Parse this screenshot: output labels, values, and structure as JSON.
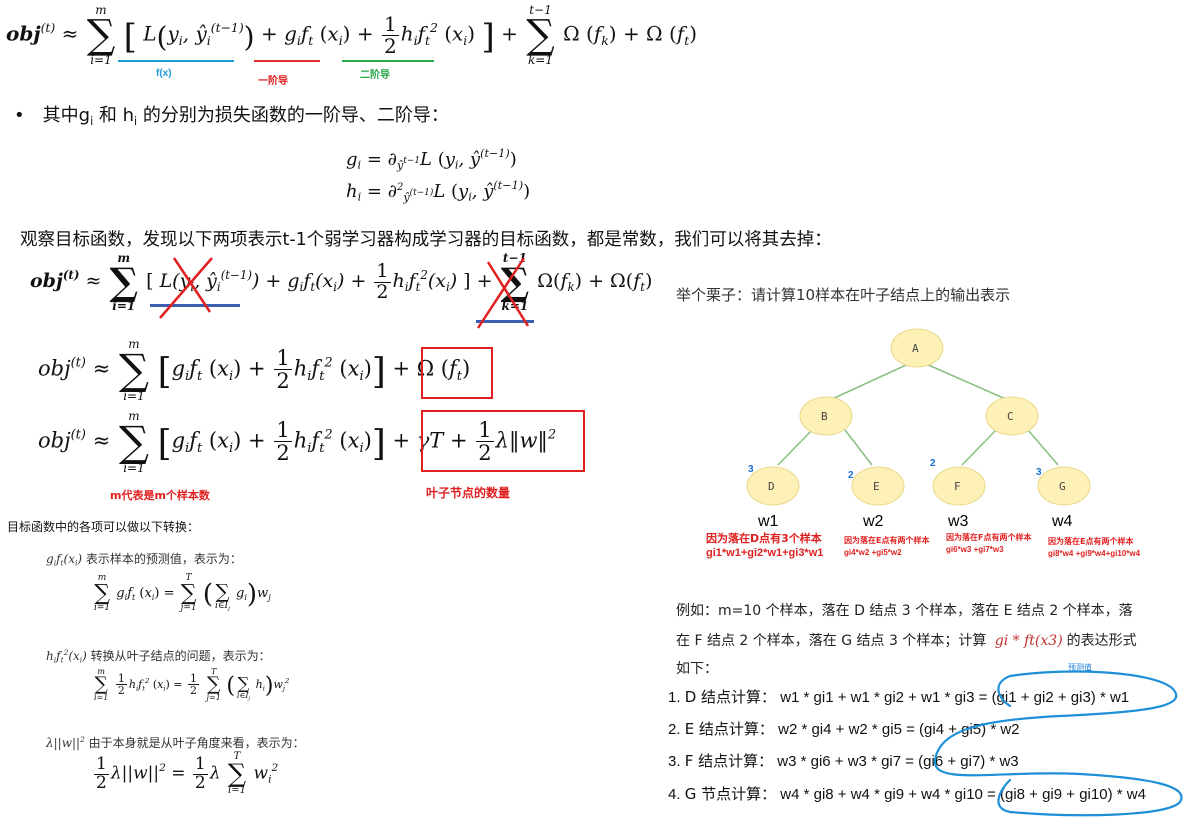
{
  "formula_top": {
    "lhs": "obj",
    "lhs_sup": "(t)",
    "labels": {
      "fx": "f(x)",
      "g": "一阶导",
      "h": "二阶导"
    }
  },
  "bullet": {
    "text_a": "其中g",
    "text_a_sub": "i",
    "text_b": " 和 h",
    "text_b_sub": "i",
    "text_c": " 的分别为损失函数的一阶导、二阶导："
  },
  "observe_line": "观察目标函数，发现以下两项表示t-1个弱学习器构成学习器的目标函数，都是常数，我们可以将其去掉：",
  "annotations": {
    "m_note": "m代表是m个样本数",
    "leaf_note": "叶子节点的数量"
  },
  "transform": {
    "intro": "目标函数中的各项可以做以下转换：",
    "item1_tail": "表示样本的预测值，表示为：",
    "item2_tail": "转换从叶子结点的问题，表示为：",
    "item3_tail": "由于本身就是从叶子角度来看，表示为："
  },
  "example_title": "举个栗子：请计算10样本在叶子结点上的输出表示",
  "tree": {
    "nodes": [
      "A",
      "B",
      "C",
      "D",
      "E",
      "F",
      "G"
    ],
    "leaf_counts": [
      "3",
      "2",
      "2",
      "3"
    ],
    "weights": [
      "w1",
      "w2",
      "w3",
      "w4"
    ],
    "captions": [
      {
        "line1": "因为落在D点有3个样本",
        "line2": "gi1*w1+gi2*w1+gi3*w1"
      },
      {
        "line1": "因为落在E点有两个样本",
        "line2": "gi4*w2 +gi5*w2"
      },
      {
        "line1": "因为落在F点有两个样本",
        "line2": "gi6*w3 +gi7*w3"
      },
      {
        "line1": "因为落在E点有两个样本",
        "line2": "gi8*w4 +gi9*w4+gi10*w4"
      }
    ]
  },
  "example_para": {
    "line1": "例如：m=10 个样本，落在 D 结点 3 个样本，落在 E 结点 2 个样本，落",
    "line2_a": "在 F 结点 2 个样本，落在 G 结点 3 个样本；计算",
    "line2_b": "的表达形式",
    "line3": "如下：",
    "expr": "gi * ft(x3)"
  },
  "pred_label": "预测值",
  "steps": [
    {
      "num": "1.",
      "name": "D 结点计算：",
      "expr": "w1 * gi1 + w1 * gi2 + w1 * gi3 = (gi1 + gi2 + gi3) * w1"
    },
    {
      "num": "2.",
      "name": "E 结点计算：",
      "expr": "w2 * gi4 + w2 * gi5 = (gi4 + gi5) * w2"
    },
    {
      "num": "3.",
      "name": "F 结点计算：",
      "expr": "w3 * gi6 + w3 * gi7 = (gi6 + gi7) * w3"
    },
    {
      "num": "4.",
      "name": "G 节点计算：",
      "expr": "w4 * gi8 + w4 * gi9 + w4 * gi10 = (gi8 + gi9 + gi10) * w4"
    }
  ],
  "colors": {
    "blue": "#1e9ad6",
    "red": "#e02020",
    "green": "#2aa84a",
    "node_fill": "#fdf1b8",
    "edge": "#8cc084"
  }
}
